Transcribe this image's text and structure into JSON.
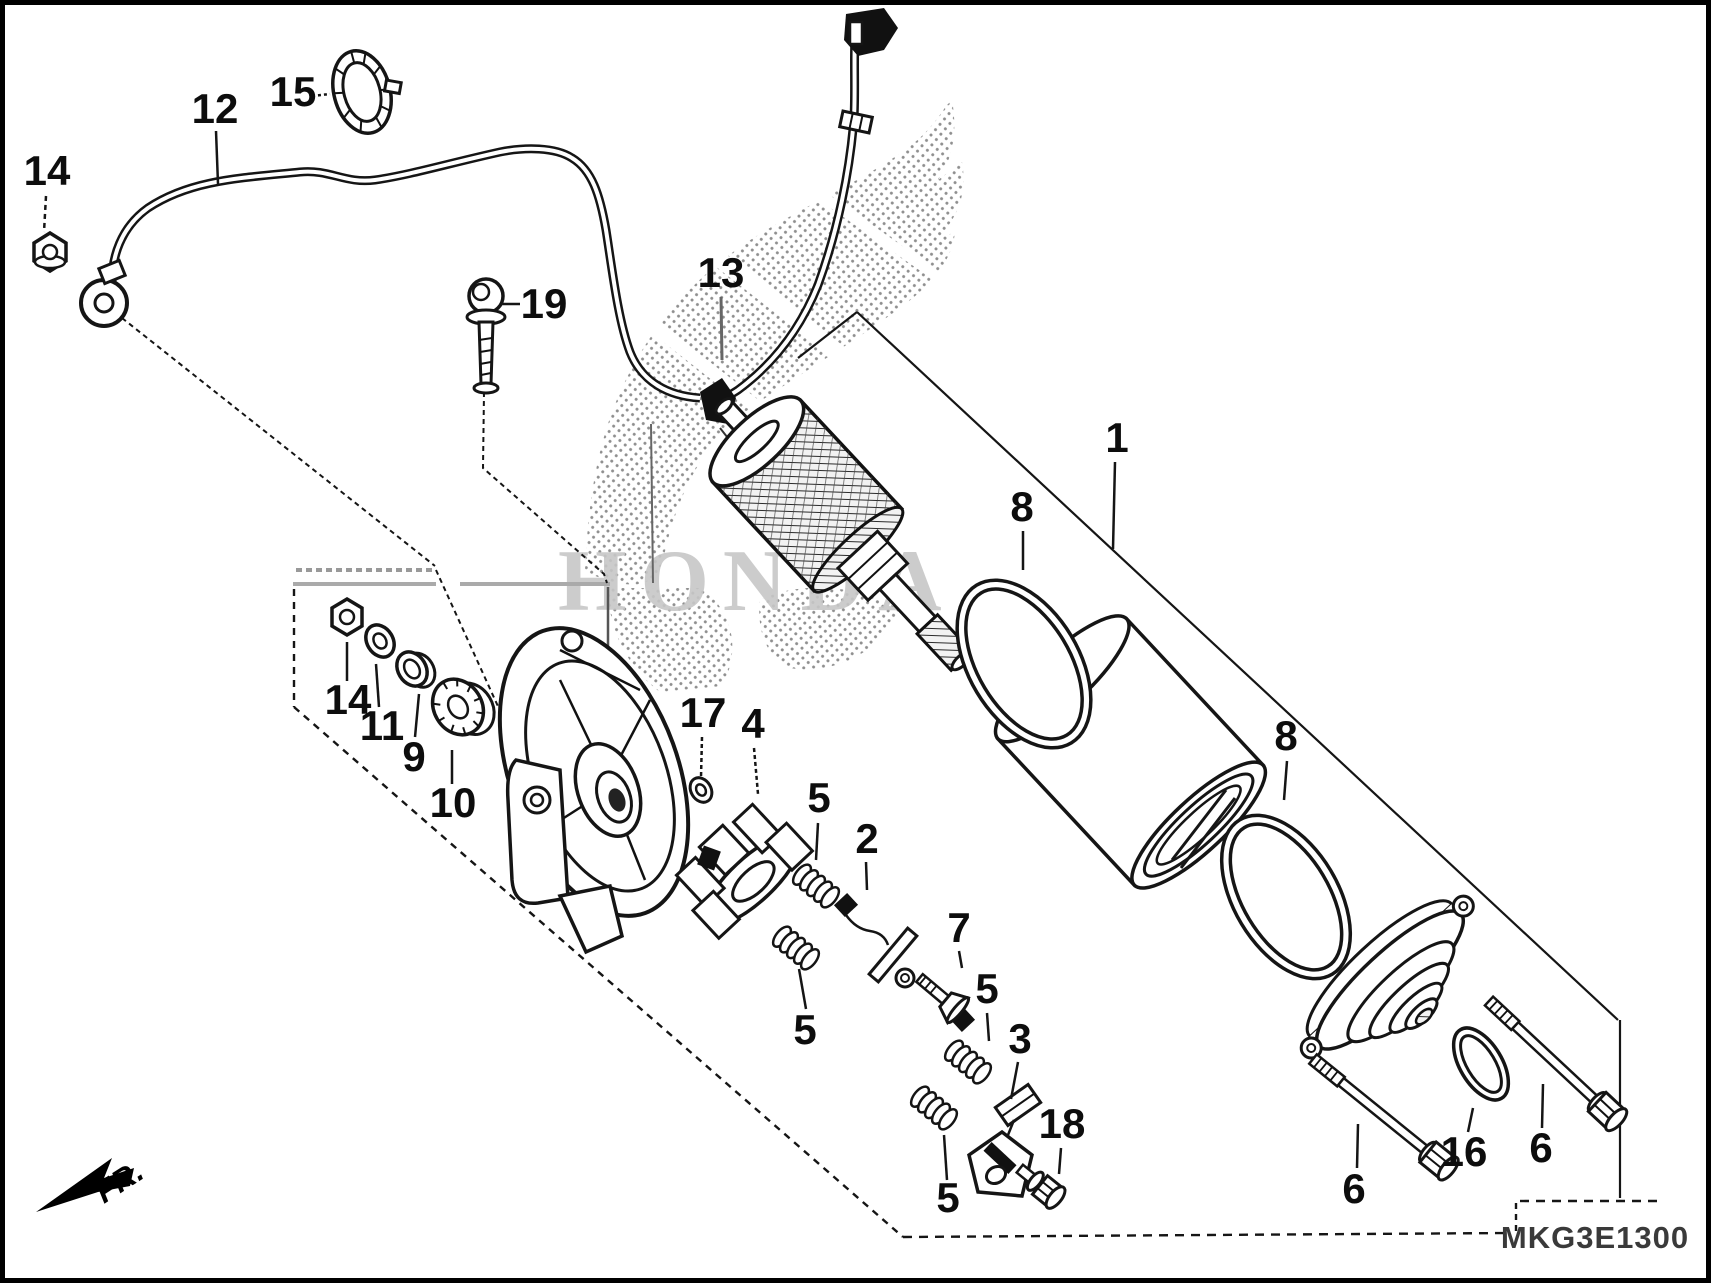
{
  "diagram": {
    "type": "exploded-parts-diagram",
    "subject": "starter motor",
    "part_code": "MKG3E1300",
    "front_arrow_label": "FR.",
    "watermark_text": "HONDA",
    "ink_color": "#111111",
    "watermark_dot_color": "#8f8f8f",
    "watermark_text_color": "#c7c7c7"
  },
  "callouts": {
    "c1": "1",
    "c2": "2",
    "c3": "3",
    "c4": "4",
    "c5a": "5",
    "c5b": "5",
    "c5c": "5",
    "c5d": "5",
    "c6a": "6",
    "c6b": "6",
    "c7": "7",
    "c8a": "8",
    "c8b": "8",
    "c9": "9",
    "c10": "10",
    "c11": "11",
    "c12": "12",
    "c13": "13",
    "c14a": "14",
    "c14b": "14",
    "c15": "15",
    "c16": "16",
    "c17": "17",
    "c18": "18",
    "c19": "19"
  }
}
